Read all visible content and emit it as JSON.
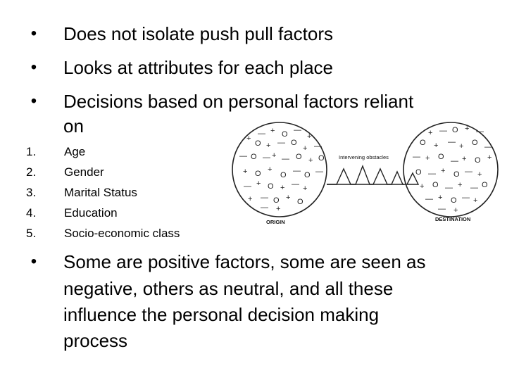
{
  "bullets_top": [
    {
      "marker": "•",
      "text": "Does not isolate push pull factors"
    },
    {
      "marker": "•",
      "text": "Looks at attributes for each place"
    },
    {
      "marker": "•",
      "text": "Decisions based on personal factors reliant"
    },
    {
      "marker": "",
      "text": "on"
    }
  ],
  "numbered": [
    {
      "num": "1.",
      "text": "Age"
    },
    {
      "num": "2.",
      "text": "Gender"
    },
    {
      "num": "3.",
      "text": "Marital Status"
    },
    {
      "num": "4.",
      "text": "Education"
    },
    {
      "num": "5.",
      "text": "Socio-economic class"
    }
  ],
  "bottom_bullet": {
    "marker": "•",
    "lines": [
      "Some are positive factors, some are seen as",
      "negative, others as neutral, and all these",
      "influence the personal decision making",
      "process"
    ]
  },
  "diagram": {
    "origin_label": "ORIGIN",
    "destination_label": "DESTINATION",
    "obstacles_label": "Intervening obstacles"
  }
}
